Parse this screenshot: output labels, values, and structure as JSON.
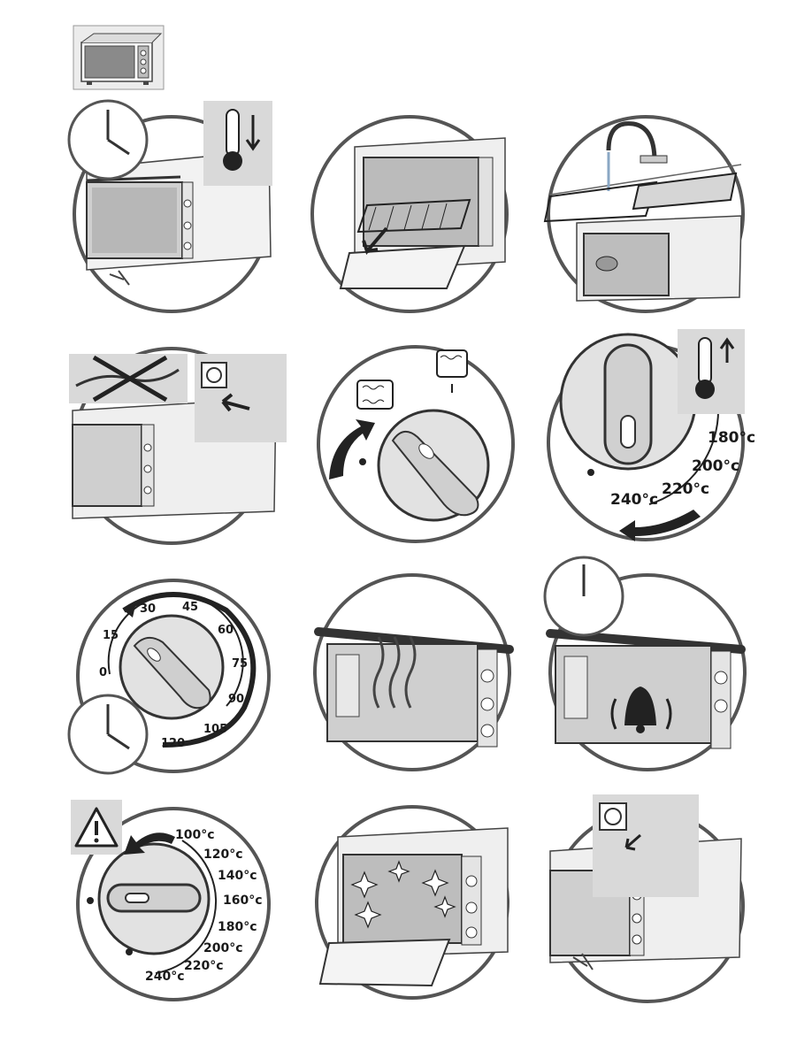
{
  "doc": {
    "header_icon": "toaster-oven-icon",
    "accent": "#3a3a3a",
    "panel_fill": "#d9d9d9"
  },
  "steps": [
    {
      "id": "1",
      "icons": [
        "clock-icon",
        "thermometer-down-icon",
        "oven-icon",
        "plug-icon"
      ]
    },
    {
      "id": "2",
      "icons": [
        "oven-open-icon",
        "rack-remove-icon",
        "arrow-down-icon"
      ]
    },
    {
      "id": "3",
      "icons": [
        "faucet-icon",
        "rack-icon",
        "grill-icon",
        "sponge-icon"
      ]
    },
    {
      "id": "4",
      "icons": [
        "cord-crossed-icon",
        "wall-socket-icon",
        "plug-in-icon",
        "oven-icon"
      ]
    },
    {
      "id": "5",
      "icons": [
        "knob-icon",
        "heat-top-bottom-icon",
        "heat-top-icon",
        "rotate-arrow-icon"
      ]
    },
    {
      "id": "6",
      "icons": [
        "knob-icon",
        "thermometer-up-icon",
        "rotate-arrow-icon"
      ],
      "temps": [
        "180°c",
        "200°c",
        "220°c",
        "240°c"
      ]
    },
    {
      "id": "7",
      "icons": [
        "timer-knob-icon",
        "clock-icon",
        "rotate-arrow-icon"
      ],
      "timer": [
        "0",
        "15",
        "30",
        "45",
        "60",
        "75",
        "90",
        "105",
        "120"
      ]
    },
    {
      "id": "8",
      "icons": [
        "oven-interior-icon",
        "smoke-icon"
      ]
    },
    {
      "id": "9",
      "icons": [
        "clock-icon",
        "bell-icon",
        "oven-interior-icon"
      ]
    },
    {
      "id": "10",
      "icons": [
        "warning-icon",
        "knob-icon",
        "rotate-arrow-icon"
      ],
      "temps": [
        "100°c",
        "120°c",
        "140°c",
        "160°c",
        "180°c",
        "200°c",
        "220°c",
        "240°c"
      ]
    },
    {
      "id": "11",
      "icons": [
        "oven-open-icon",
        "sparkle-clean-icon"
      ]
    },
    {
      "id": "12",
      "icons": [
        "wall-socket-icon",
        "unplug-icon",
        "plug-icon",
        "oven-icon"
      ]
    }
  ]
}
